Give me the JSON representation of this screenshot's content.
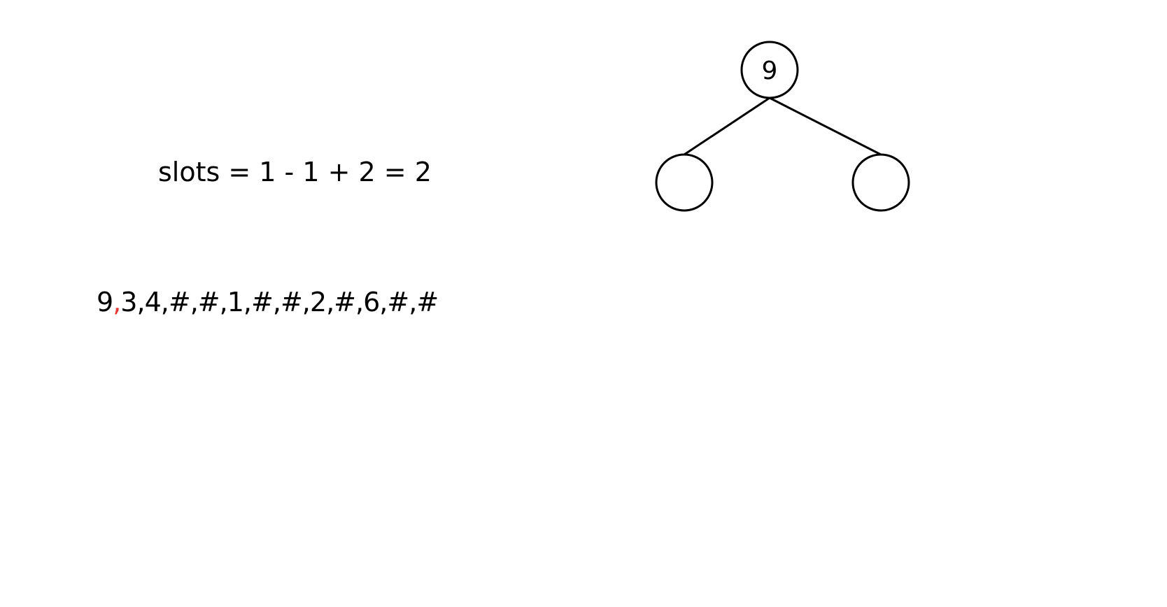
{
  "formula": {
    "text": "slots = 1 - 1 + 2 = 2"
  },
  "serialization": {
    "tokens": [
      "9",
      "3",
      "4",
      "#",
      "#",
      "1",
      "#",
      "#",
      "2",
      "#",
      "6",
      "#",
      "#"
    ],
    "separator": ",",
    "highlighted_separator_index": 0,
    "highlight_color": "#e53935"
  },
  "tree": {
    "root": {
      "value": "9"
    },
    "children": [
      {
        "value": ""
      },
      {
        "value": ""
      }
    ]
  }
}
